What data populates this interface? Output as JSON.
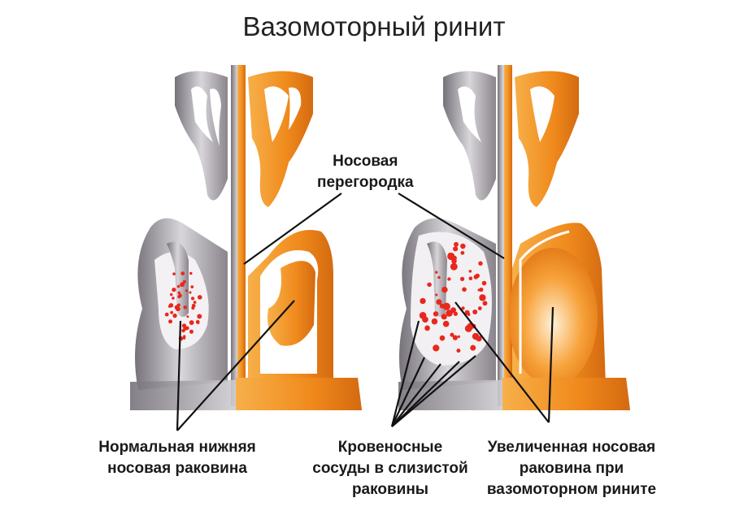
{
  "title": "Вазомоторный ринит",
  "labels": {
    "septum": [
      "Носовая",
      "перегородка"
    ],
    "normal_turbinate": [
      "Нормальная нижняя",
      "носовая раковина"
    ],
    "blood_vessels": [
      "Кровеносные",
      "сосуды в слизистой",
      "раковины"
    ],
    "enlarged_turbinate": [
      "Увеличенная носовая",
      "раковина при",
      "вазомоторном рините"
    ]
  },
  "colors": {
    "gray_tissue": "#9c979c",
    "orange_tissue": "#f08a1c",
    "vessels": "#e8281e"
  }
}
